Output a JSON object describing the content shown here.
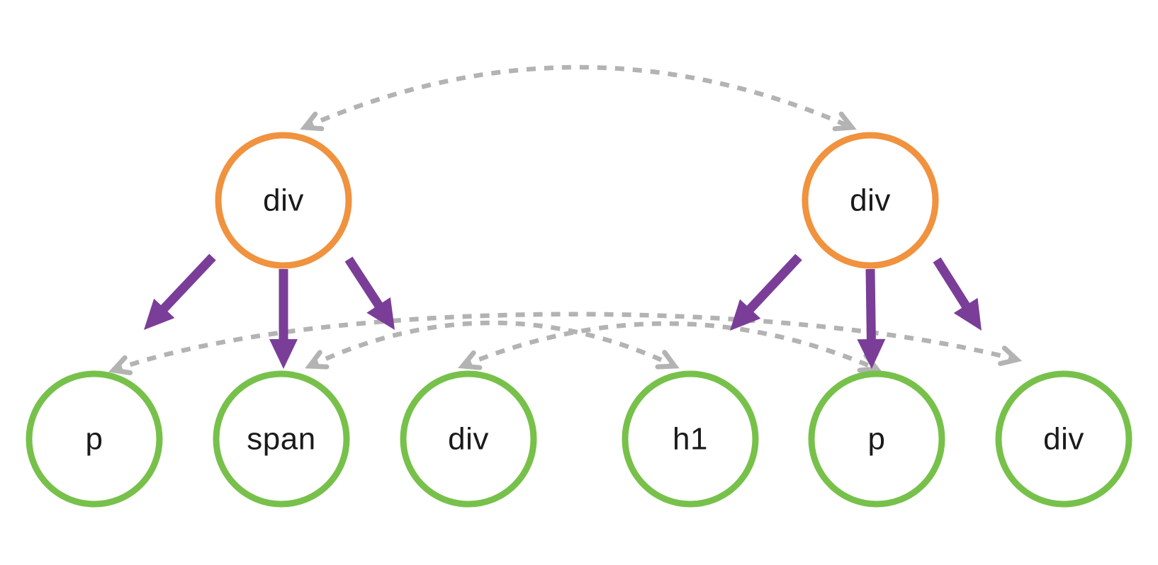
{
  "diagram": {
    "parent_nodes": [
      {
        "id": "parent-left",
        "label": "div"
      },
      {
        "id": "parent-right",
        "label": "div"
      }
    ],
    "child_nodes": [
      {
        "id": "child-1",
        "label": "p"
      },
      {
        "id": "child-2",
        "label": "span"
      },
      {
        "id": "child-3",
        "label": "div"
      },
      {
        "id": "child-4",
        "label": "h1"
      },
      {
        "id": "child-5",
        "label": "p"
      },
      {
        "id": "child-6",
        "label": "div"
      }
    ],
    "colors": {
      "parent_circle": "#F0923E",
      "child_circle": "#77C14B",
      "parent_child_arrow": "#7A3E98",
      "sibling_arrow": "#B3B3B3",
      "node_label": "#1A1A1A",
      "background": "#FFFFFF"
    },
    "edges": {
      "parent_child": [
        [
          "parent-left",
          "child-1"
        ],
        [
          "parent-left",
          "child-2"
        ],
        [
          "parent-left",
          "child-3"
        ],
        [
          "parent-right",
          "child-4"
        ],
        [
          "parent-right",
          "child-5"
        ],
        [
          "parent-right",
          "child-6"
        ]
      ],
      "sibling_dashed": [
        [
          "parent-left",
          "parent-right"
        ],
        [
          "child-1",
          "child-6"
        ],
        [
          "child-2",
          "child-4"
        ],
        [
          "child-3",
          "child-5"
        ]
      ]
    }
  }
}
